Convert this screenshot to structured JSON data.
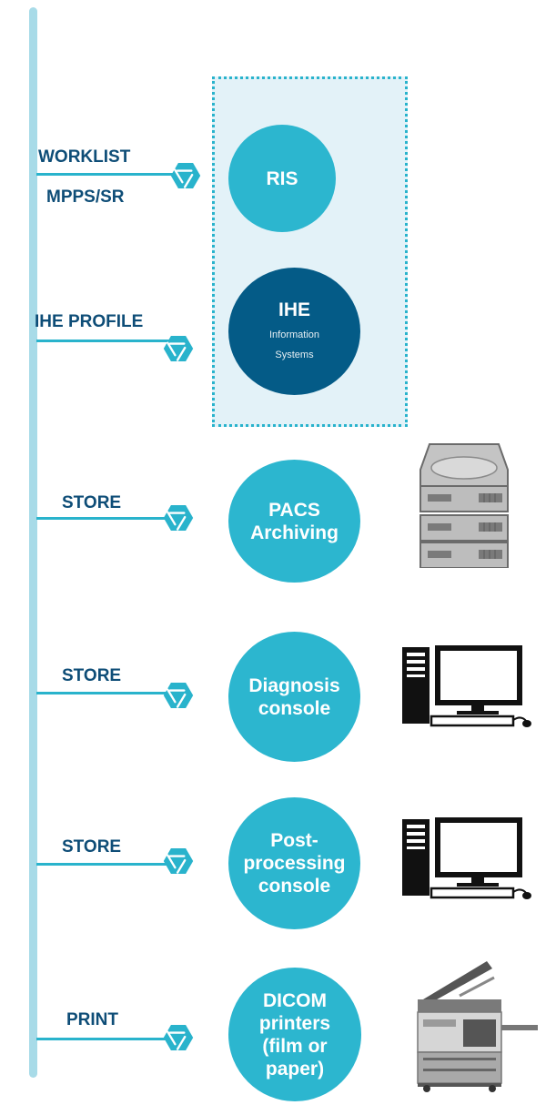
{
  "colors": {
    "bus": "#a8dbe8",
    "teal": "#2cb6cf",
    "navy": "#045b87",
    "label": "#0e4d77",
    "panel": "#e3f2f8"
  },
  "rows": [
    {
      "labels": [
        "WORKLIST",
        "MPPS/SR"
      ],
      "lines": [
        "RIS"
      ],
      "icon": "shutter-icon"
    },
    {
      "labels": [
        "IHE PROFILE"
      ],
      "lines": [
        "IHE"
      ],
      "sublines": [
        "Information",
        "Systems"
      ],
      "icon": "shutter-icon"
    },
    {
      "labels": [
        "STORE"
      ],
      "lines": [
        "PACS",
        "Archiving"
      ],
      "device": "server-stack-icon"
    },
    {
      "labels": [
        "STORE"
      ],
      "lines": [
        "Diagnosis",
        "console"
      ],
      "device": "desktop-computer-icon"
    },
    {
      "labels": [
        "STORE"
      ],
      "lines": [
        "Post-",
        "processing",
        "console"
      ],
      "device": "desktop-computer-icon"
    },
    {
      "labels": [
        "PRINT"
      ],
      "lines": [
        "DICOM",
        "printers",
        "(film or",
        "paper)"
      ],
      "device": "printer-icon"
    }
  ]
}
